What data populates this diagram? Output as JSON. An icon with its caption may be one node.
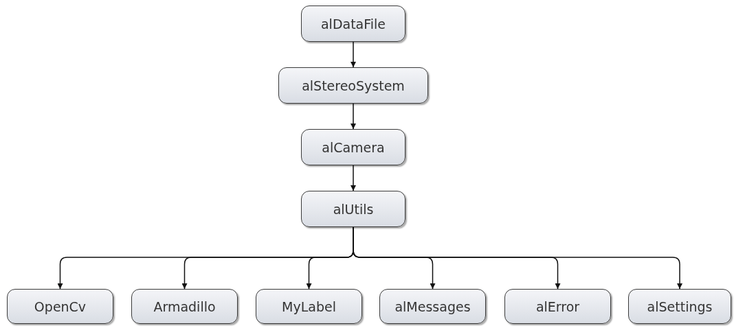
{
  "diagram": {
    "nodes": [
      {
        "text": [
          "alDataFile"
        ]
      },
      {
        "text": [
          "alStereoSystem"
        ]
      },
      {
        "text": [
          "alCamera"
        ]
      },
      {
        "text": [
          "alUtils"
        ]
      },
      {
        "text": [
          "OpenCv"
        ]
      },
      {
        "text": [
          "Armadillo"
        ]
      },
      {
        "text": [
          "MyLabel"
        ]
      },
      {
        "text": [
          "alMessages"
        ]
      },
      {
        "text": [
          "alError"
        ]
      },
      {
        "text": [
          "alSettings"
        ]
      }
    ],
    "edges": [
      {
        "from": 0,
        "to": 1,
        "arrow": "to"
      },
      {
        "from": 1,
        "to": 2,
        "arrow": "to"
      },
      {
        "from": 2,
        "to": 3,
        "arrow": "to"
      },
      {
        "from": 3,
        "to": 4,
        "arrow": "to"
      },
      {
        "from": 3,
        "to": 5,
        "arrow": "to"
      },
      {
        "from": 3,
        "to": 6,
        "arrow": "to"
      },
      {
        "from": 3,
        "to": 7,
        "arrow": "to"
      },
      {
        "from": 3,
        "to": 8,
        "arrow": "to"
      },
      {
        "from": 3,
        "to": 9,
        "arrow": "to"
      }
    ]
  }
}
